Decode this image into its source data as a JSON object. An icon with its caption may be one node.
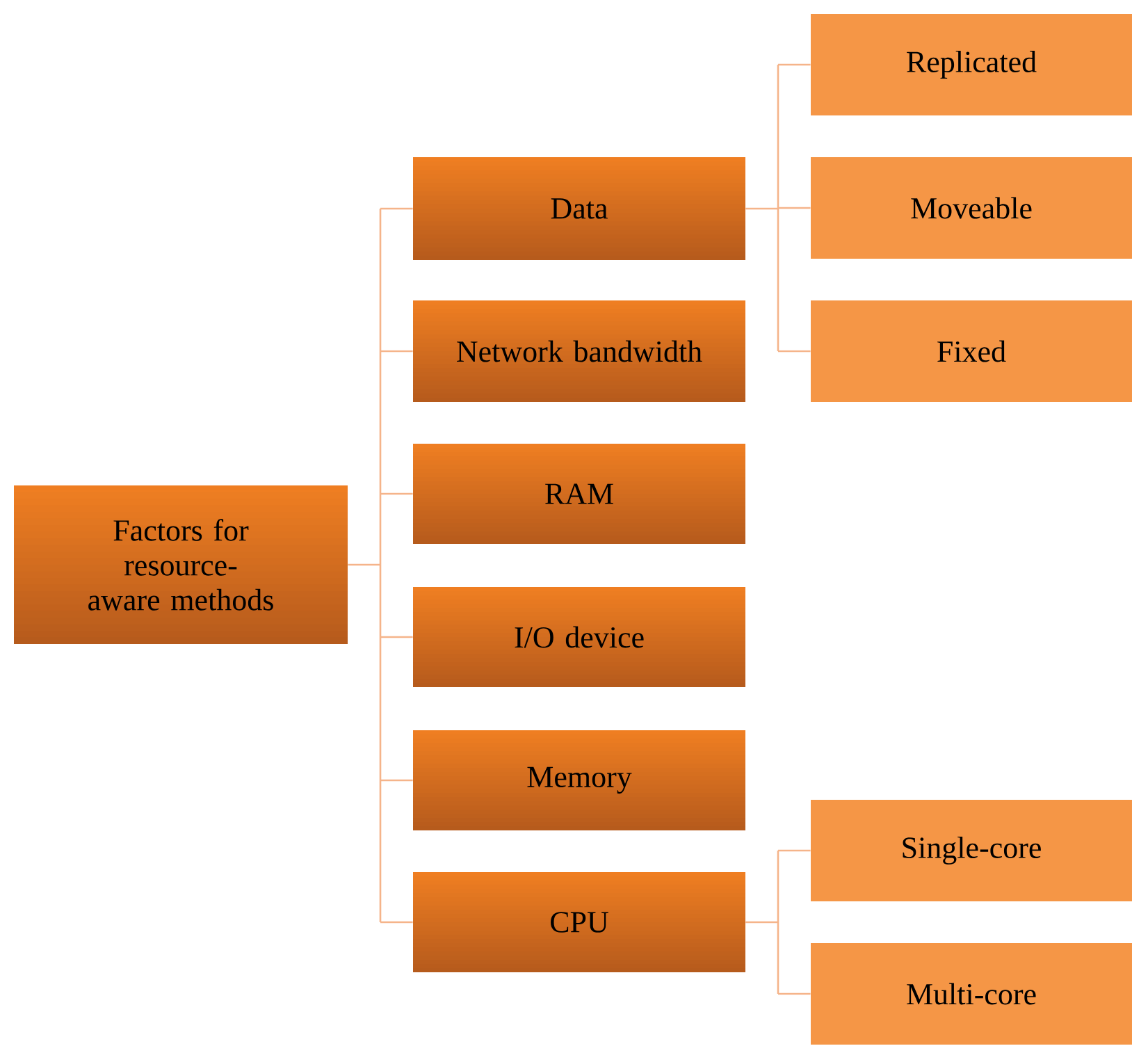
{
  "diagram": {
    "nodes": [
      {
        "text": [
          "Factors for resource-aware methods"
        ]
      },
      {
        "text": [
          "Data"
        ]
      },
      {
        "text": [
          "Network bandwidth"
        ]
      },
      {
        "text": [
          "RAM"
        ]
      },
      {
        "text": [
          "I/O device"
        ]
      },
      {
        "text": [
          "Memory"
        ]
      },
      {
        "text": [
          "CPU"
        ]
      },
      {
        "text": [
          "Replicated"
        ]
      },
      {
        "text": [
          "Moveable"
        ]
      },
      {
        "text": [
          "Fixed"
        ]
      },
      {
        "text": [
          "Single-core"
        ]
      },
      {
        "text": [
          "Multi-core"
        ]
      }
    ],
    "edges": [
      {
        "from": 0,
        "to": 1,
        "arrow": "none"
      },
      {
        "from": 0,
        "to": 2,
        "arrow": "none"
      },
      {
        "from": 0,
        "to": 3,
        "arrow": "none"
      },
      {
        "from": 0,
        "to": 4,
        "arrow": "none"
      },
      {
        "from": 0,
        "to": 5,
        "arrow": "none"
      },
      {
        "from": 0,
        "to": 6,
        "arrow": "none"
      },
      {
        "from": 1,
        "to": 7,
        "arrow": "none"
      },
      {
        "from": 1,
        "to": 8,
        "arrow": "none"
      },
      {
        "from": 1,
        "to": 9,
        "arrow": "none"
      },
      {
        "from": 6,
        "to": 10,
        "arrow": "none"
      },
      {
        "from": 6,
        "to": 11,
        "arrow": "none"
      }
    ]
  }
}
